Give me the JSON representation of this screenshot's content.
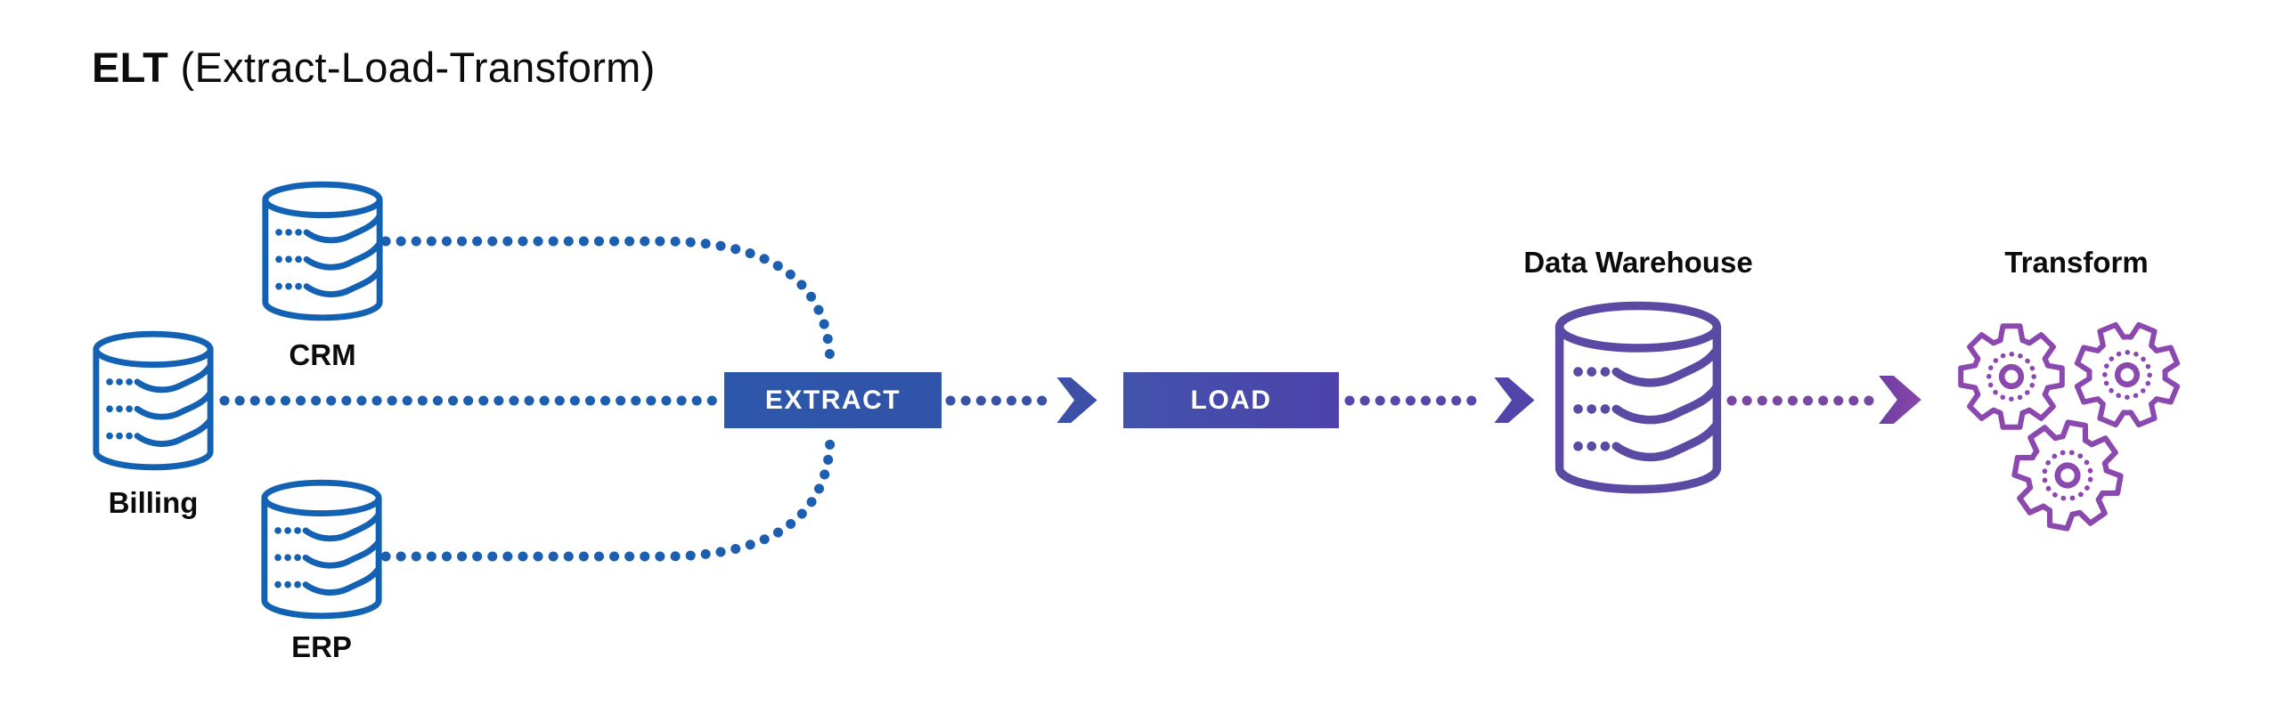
{
  "title": {
    "abbr": "ELT",
    "expansion": "(Extract-Load-Transform)"
  },
  "sources": [
    {
      "label": "CRM"
    },
    {
      "label": "Billing"
    },
    {
      "label": "ERP"
    }
  ],
  "stages": {
    "extract": "EXTRACT",
    "load": "LOAD"
  },
  "warehouse": {
    "label": "Data Warehouse"
  },
  "transform_node": {
    "label": "Transform"
  },
  "icons": {
    "sources": "database-cylinder-icon",
    "warehouse": "database-cylinder-icon",
    "transform": "gears-icon",
    "flow": "chevron-right-arrow-icon"
  },
  "colors": {
    "source-blue": "#1261B3",
    "connector-blue": "#1C5EAF",
    "extract-bg-left": "#2D57AA",
    "extract-bg-right": "#3153A8",
    "arrow-1": "#3C50A8",
    "connector-after-extract": "#3A51A8",
    "load-bg-left": "#4253AB",
    "load-bg-right": "#4C42AA",
    "connector-after-load": "#5349AB",
    "arrow-2": "#5145A9",
    "warehouse-purple": "#5B4AA3",
    "connector-after-warehouse": "#7747A3",
    "arrow-3-start": "#6C3FA2",
    "arrow-3-end": "#8A46AC",
    "gear-purple": "#8B48AE",
    "stage-text": "#FFFFFF",
    "label-text": "#0C0C0E"
  }
}
